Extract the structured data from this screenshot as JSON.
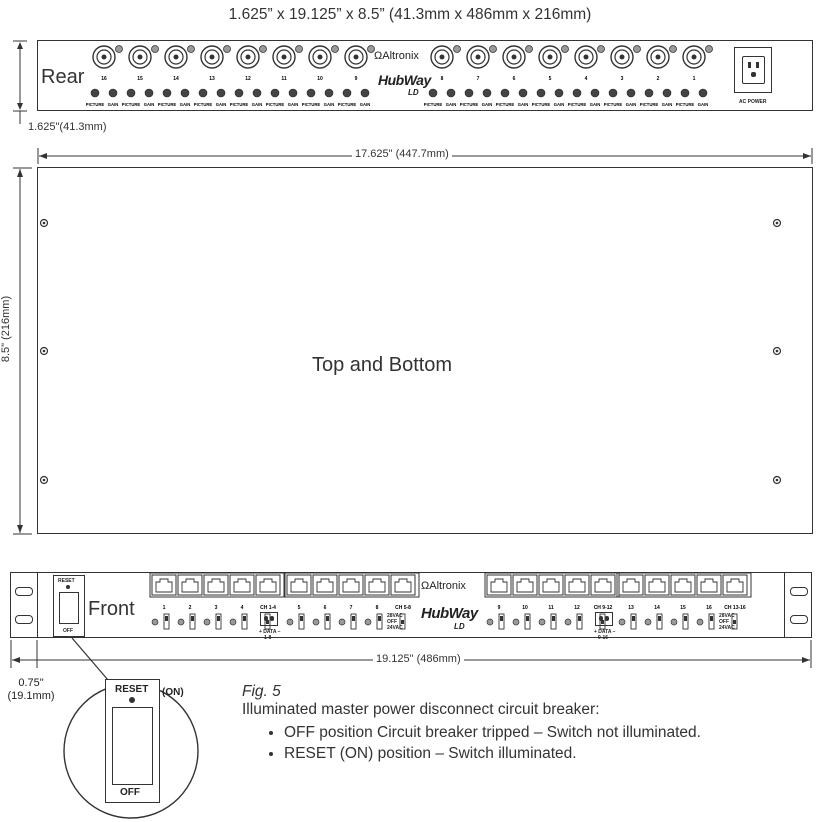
{
  "header": {
    "dimensions": "1.625” x 19.125” x 8.5” (41.3mm x 486mm x 216mm)"
  },
  "rear": {
    "label": "Rear",
    "height_dim": "1.625\"(41.3mm)",
    "left_ch_numbers": [
      "16",
      "15",
      "14",
      "13",
      "12",
      "11",
      "10",
      "9"
    ],
    "right_ch_numbers": [
      "8",
      "7",
      "6",
      "5",
      "4",
      "3",
      "2",
      "1"
    ],
    "pot_labels": [
      "PICTURE",
      "GAIN"
    ],
    "ac_power": "AC POWER",
    "brand": "Altronix",
    "product": "HubWay",
    "product_sub": "LD"
  },
  "top": {
    "width_dim": "17.625\" (447.7mm)",
    "height_dim": "8.5\" (216mm)",
    "label": "Top and Bottom"
  },
  "front": {
    "label": "Front",
    "width_dim": "19.125\" (486mm)",
    "depth_dim_line1": "0.75\"",
    "depth_dim_line2": "(19.1mm)",
    "reset": "RESET",
    "off": "OFF",
    "on": "(ON)",
    "brand": "Altronix",
    "product": "HubWay",
    "product_sub": "LD",
    "port_numbers": [
      "1",
      "2",
      "3",
      "4",
      "CH 1-4",
      "5",
      "6",
      "7",
      "8",
      "CH 5-8",
      "9",
      "10",
      "11",
      "12",
      "CH 9-12",
      "13",
      "14",
      "15",
      "16",
      "CH 13-16"
    ],
    "data_labels": [
      "+ DATA –",
      "1-8",
      "+ DATA –",
      "9-16"
    ],
    "voltage_labels": [
      "28VAC",
      "OFF",
      "24VAC"
    ]
  },
  "caption": {
    "fig": "Fig. 5",
    "title": "Illuminated master power disconnect circuit breaker:",
    "bullets": [
      "OFF position Circuit breaker tripped – Switch not illuminated.",
      "RESET (ON) position – Switch illuminated."
    ]
  },
  "colors": {
    "line": "#333333",
    "fill_dark": "#555555",
    "bg": "#ffffff"
  }
}
